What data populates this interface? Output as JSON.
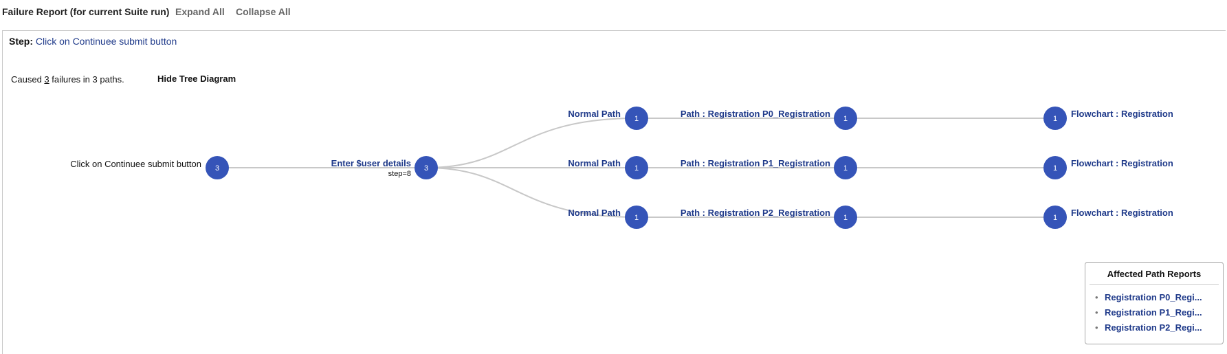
{
  "header": {
    "title": "Failure Report (for current Suite run)",
    "expand_all": "Expand All",
    "collapse_all": "Collapse All"
  },
  "step": {
    "label": "Step:",
    "value": "Click on Continuee submit button"
  },
  "summary": {
    "caused_prefix": "Caused ",
    "failure_count": "3",
    "caused_suffix": " failures in 3 paths.",
    "toggle_tree": "Hide Tree Diagram"
  },
  "tree": {
    "root": {
      "label": "Click on Continuee submit button",
      "count": "3"
    },
    "level1": {
      "label": "Enter $user details",
      "sub": "step=8",
      "count": "3"
    },
    "paths": [
      {
        "type_label": "Normal Path",
        "type_count": "1",
        "path_label": "Path : Registration P0_Registration",
        "path_count": "1",
        "flow_label": "Flowchart : Registration",
        "flow_count": "1"
      },
      {
        "type_label": "Normal Path",
        "type_count": "1",
        "path_label": "Path : Registration P1_Registration",
        "path_count": "1",
        "flow_label": "Flowchart : Registration",
        "flow_count": "1"
      },
      {
        "type_label": "Normal Path",
        "type_count": "1",
        "path_label": "Path : Registration P2_Registration",
        "path_count": "1",
        "flow_label": "Flowchart : Registration",
        "flow_count": "1"
      }
    ],
    "colors": {
      "node": "#3554b8",
      "edge": "#c8c8c8"
    }
  },
  "affected": {
    "title": "Affected Path Reports",
    "items": [
      "Registration P0_Regi...",
      "Registration P1_Regi...",
      "Registration P2_Regi..."
    ]
  }
}
